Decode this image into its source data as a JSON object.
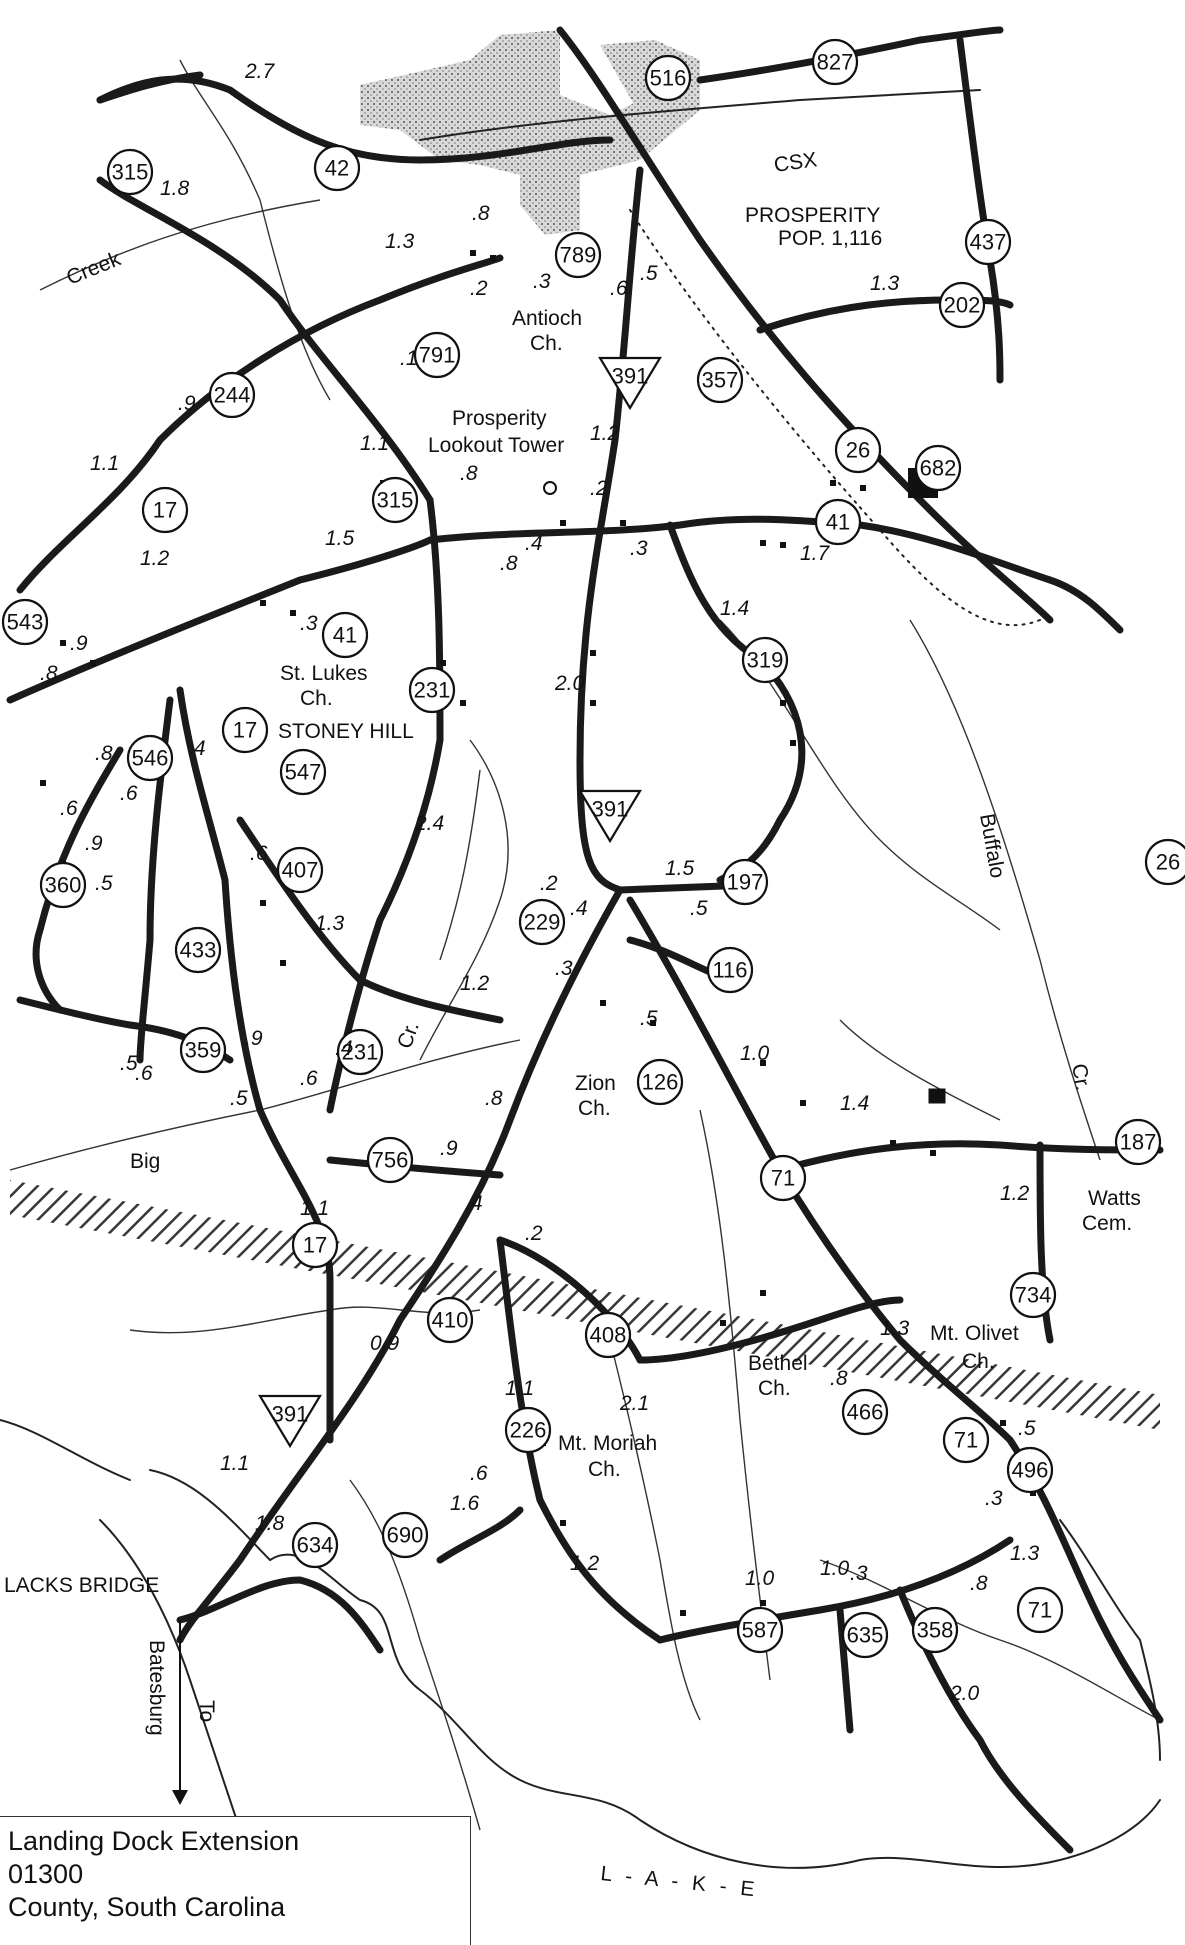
{
  "map": {
    "places": {
      "prosperity": "PROSPERITY",
      "prosperity_pop": "POP. 1,116",
      "antioch_ch": "Antioch",
      "antioch_ch2": "Ch.",
      "lookout_tower_1": "Prosperity",
      "lookout_tower_2": "Lookout Tower",
      "st_lukes_1": "St. Lukes",
      "st_lukes_2": "Ch.",
      "stoney_hill": "STONEY HILL",
      "zion_1": "Zion",
      "zion_2": "Ch.",
      "mt_olivet_1": "Mt. Olivet",
      "mt_olivet_2": "Ch.",
      "bethel_1": "Bethel",
      "bethel_2": "Ch.",
      "mt_moriah_1": "Mt. Moriah",
      "mt_moriah_2": "Ch.",
      "watts_cem_1": "Watts",
      "watts_cem_2": "Cem.",
      "blacks_bridge": "LACKS BRIDGE",
      "to_batesburg_1": "To",
      "to_batesburg_2": "Batesburg",
      "csx": "CSX",
      "creek_label": "Creek",
      "big_label": "Big",
      "cr_label": "Cr.",
      "buffalo": "Buffalo",
      "buffalo_cr": "Cr.",
      "lake": "L - A - K - E"
    },
    "route_shields": [
      {
        "id": "516",
        "type": "circle"
      },
      {
        "id": "827",
        "type": "circle"
      },
      {
        "id": "315",
        "type": "circle"
      },
      {
        "id": "42",
        "type": "circle"
      },
      {
        "id": "789",
        "type": "circle"
      },
      {
        "id": "437",
        "type": "circle"
      },
      {
        "id": "202",
        "type": "circle"
      },
      {
        "id": "791",
        "type": "circle"
      },
      {
        "id": "357",
        "type": "circle"
      },
      {
        "id": "244",
        "type": "circle"
      },
      {
        "id": "26",
        "type": "circle"
      },
      {
        "id": "682",
        "type": "circle"
      },
      {
        "id": "17",
        "type": "circle"
      },
      {
        "id": "315",
        "type": "circle"
      },
      {
        "id": "41",
        "type": "circle"
      },
      {
        "id": "543",
        "type": "circle"
      },
      {
        "id": "41",
        "type": "circle"
      },
      {
        "id": "319",
        "type": "circle"
      },
      {
        "id": "231",
        "type": "circle"
      },
      {
        "id": "17",
        "type": "circle"
      },
      {
        "id": "546",
        "type": "circle"
      },
      {
        "id": "547",
        "type": "circle"
      },
      {
        "id": "26",
        "type": "circle"
      },
      {
        "id": "197",
        "type": "circle"
      },
      {
        "id": "360",
        "type": "circle"
      },
      {
        "id": "407",
        "type": "circle"
      },
      {
        "id": "229",
        "type": "circle"
      },
      {
        "id": "433",
        "type": "circle"
      },
      {
        "id": "116",
        "type": "circle"
      },
      {
        "id": "359",
        "type": "circle"
      },
      {
        "id": "231",
        "type": "circle"
      },
      {
        "id": "126",
        "type": "circle"
      },
      {
        "id": "187",
        "type": "circle"
      },
      {
        "id": "756",
        "type": "circle"
      },
      {
        "id": "71",
        "type": "circle"
      },
      {
        "id": "17",
        "type": "circle"
      },
      {
        "id": "734",
        "type": "circle"
      },
      {
        "id": "410",
        "type": "circle"
      },
      {
        "id": "408",
        "type": "circle"
      },
      {
        "id": "466",
        "type": "circle"
      },
      {
        "id": "71",
        "type": "circle"
      },
      {
        "id": "226",
        "type": "circle"
      },
      {
        "id": "496",
        "type": "circle"
      },
      {
        "id": "634",
        "type": "circle"
      },
      {
        "id": "690",
        "type": "circle"
      },
      {
        "id": "71",
        "type": "circle"
      },
      {
        "id": "587",
        "type": "circle"
      },
      {
        "id": "635",
        "type": "circle"
      },
      {
        "id": "358",
        "type": "circle"
      },
      {
        "id": "391",
        "type": "triangle"
      },
      {
        "id": "391",
        "type": "triangle"
      },
      {
        "id": "391",
        "type": "triangle"
      }
    ],
    "mileages": [
      "2.7",
      "1.8",
      "1.3",
      ".8",
      ".3",
      ".2",
      "1.3",
      ".5",
      ".6",
      ".1",
      "1.2",
      ".9",
      "1.1",
      "1.1",
      ".8",
      ".2",
      "1.5",
      ".4",
      ".8",
      ".3",
      "1.7",
      "1.2",
      ".3",
      ".9",
      ".8",
      "2.0",
      "1.4",
      ".4",
      ".8",
      ".6",
      ".9",
      ".6",
      ".5",
      "1.5",
      ".2",
      ".4",
      ".5",
      "2.4",
      ".6",
      "1.3",
      ".3",
      "1.2",
      ".5",
      "1.0",
      ".4",
      ".9",
      ".5",
      ".6",
      ".6",
      ".5",
      "1.4",
      ".8",
      ".9",
      "1.1",
      "1.2",
      ".4",
      ".2",
      "0.9",
      ".8",
      "1.3",
      "1.1",
      "2.1",
      ".5",
      "1.1",
      ".6",
      "1.6",
      ".3",
      "1.3",
      "1.8",
      "1.2",
      "1.0",
      ".3",
      ".8",
      "2.0",
      "1.0"
    ]
  },
  "legend": {
    "line1": "Landing Dock Extension",
    "line2": "01300",
    "line3": "County, South Carolina"
  }
}
